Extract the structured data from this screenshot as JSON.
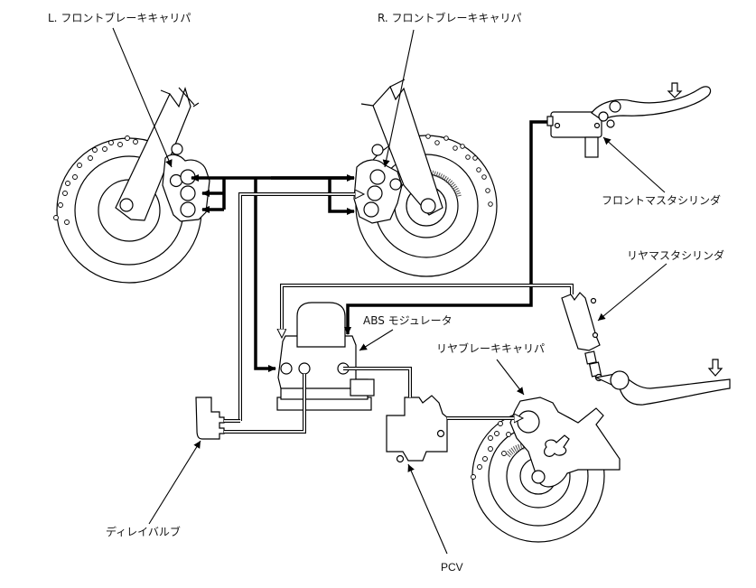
{
  "diagram": {
    "title": "ABS brake system layout",
    "labels": {
      "left_front_caliper": "L. フロントブレーキキャリパ",
      "right_front_caliper": "R. フロントブレーキキャリパ",
      "front_master_cylinder": "フロントマスタシリンダ",
      "rear_master_cylinder": "リヤマスタシリンダ",
      "abs_modulator": "ABS モジュレータ",
      "rear_brake_caliper": "リヤブレーキキャリパ",
      "delay_valve": "ディレイバルブ",
      "pcv": "PCV"
    },
    "line_styles": {
      "front_circuit": "solid-bold",
      "rear_circuit": "double-outline"
    },
    "colors": {
      "ink": "#000000",
      "background": "#ffffff"
    }
  }
}
